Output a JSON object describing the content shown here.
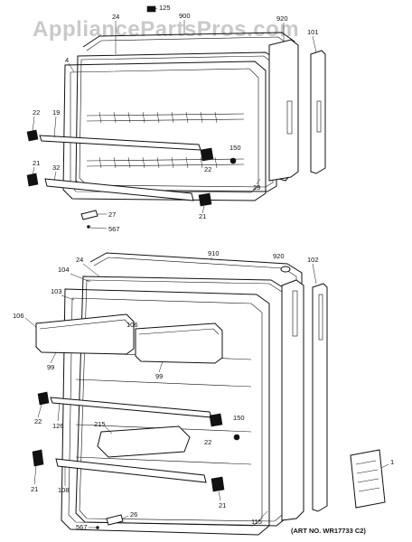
{
  "watermark": "AppliancePartsPros.com",
  "art_number": "(ART NO. WR17733 C2)",
  "upper_door": {
    "callouts": {
      "c125": "125",
      "c900": "900",
      "c24": "24",
      "c920": "920",
      "c101": "101",
      "c4": "4",
      "c22a": "22",
      "c19": "19",
      "c150": "150",
      "c22b": "22",
      "c21a": "21",
      "c32": "32",
      "c29": "29",
      "c21b": "21",
      "c27": "27",
      "c567": "567"
    }
  },
  "lower_door": {
    "callouts": {
      "c910": "910",
      "c920": "920",
      "c102": "102",
      "c24": "24",
      "c104": "104",
      "c103": "103",
      "c106a": "106",
      "c106b": "106",
      "c99a": "99",
      "c99b": "99",
      "c22a": "22",
      "c126": "126",
      "c215": "215",
      "c150": "150",
      "c22b": "22",
      "c1": "1",
      "c21a": "21",
      "c108": "108",
      "c21b": "21",
      "c26": "26",
      "c567": "567",
      "c115": "115"
    }
  }
}
